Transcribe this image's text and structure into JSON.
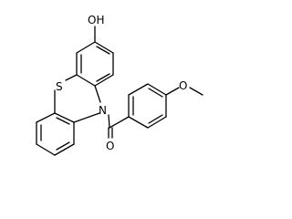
{
  "molecule": {
    "atoms": {
      "hydroxyl_oxygen": "OH",
      "ring_sulfur": "S",
      "ring_nitrogen": "N",
      "carbonyl_oxygen": "O",
      "methoxy_oxygen": "O"
    }
  }
}
